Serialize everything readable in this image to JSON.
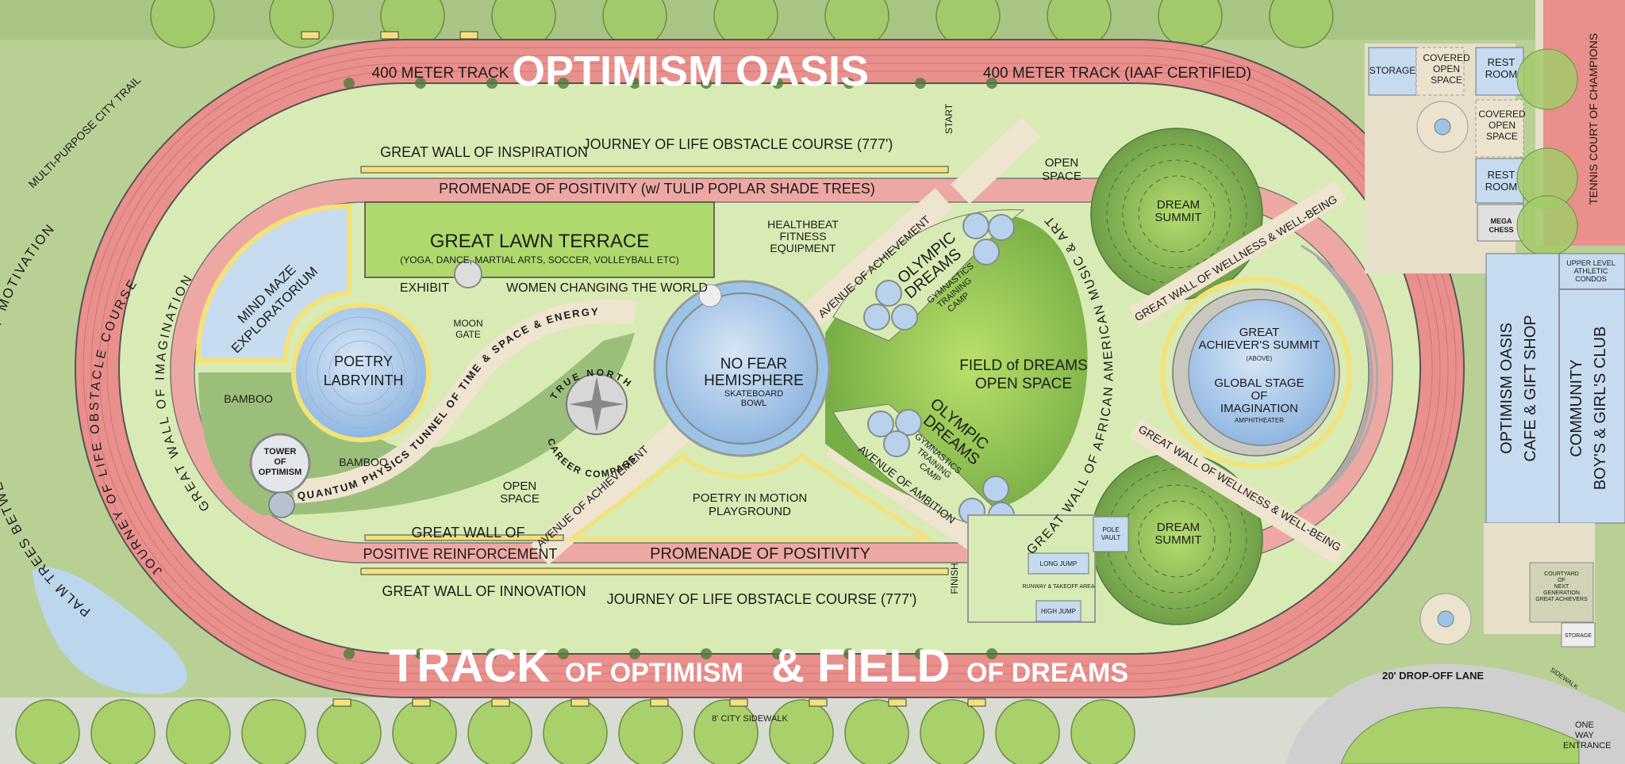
{
  "title": {
    "top": "OPTIMISM OASIS",
    "bottom_track": "TRACK",
    "bottom_of_optimism": "OF OPTIMISM",
    "bottom_amp": "&",
    "bottom_field": "FIELD",
    "bottom_of_dreams": "OF DREAMS"
  },
  "track": {
    "left_label": "400 METER TRACK",
    "right_label": "400 METER TRACK (IAAF CERTIFIED)",
    "start": "START",
    "finish": "FINISH"
  },
  "perimeter": {
    "trail": "MULTI-PURPOSE CITY TRAIL",
    "palm_walls": "PALM TREES BETWEEN GREAT WALLS OF MOTIVATION",
    "journey_arc": "JOURNEY OF LIFE OBSTACLE COURSE",
    "imagination_wall": "GREAT WALL OF IMAGINATION",
    "city_sidewalk": "8' CITY SIDEWALK",
    "african_american_wall": "GREAT WALL OF AFRICAN AMERICAN MUSIC & ART"
  },
  "north": {
    "wall_inspiration": "GREAT WALL OF INSPIRATION",
    "journey_course": "JOURNEY OF LIFE OBSTACLE COURSE (777')",
    "promenade": "PROMENADE OF POSITIVITY (w/ TULIP POPLAR SHADE TREES)"
  },
  "south": {
    "wall_of": "GREAT WALL OF",
    "positive_reinforcement": "POSITIVE REINFORCEMENT",
    "promenade": "PROMENADE OF POSITIVITY",
    "wall_innovation": "GREAT WALL OF INNOVATION",
    "journey_course": "JOURNEY OF LIFE OBSTACLE COURSE   (777')"
  },
  "zones": {
    "great_lawn_title": "GREAT LAWN TERRACE",
    "great_lawn_sub": "(YOGA, DANCE, MARTIAL ARTS, SOCCER, VOLLEYBALL ETC)",
    "exhibit": "EXHIBIT",
    "women_world": "WOMEN CHANGING THE WORLD",
    "moon_gate": [
      "MOON",
      "GATE"
    ],
    "mind_maze": [
      "MIND MAZE",
      "EXPLORATORIUM"
    ],
    "poetry_labyrinth": [
      "POETRY",
      "LABRYINTH"
    ],
    "bamboo_1": "BAMBOO",
    "bamboo_2": "BAMBOO",
    "tower": [
      "TOWER",
      "OF",
      "OPTIMISM"
    ],
    "quantum_tunnel": "QUANTUM PHYSICS TUNNEL OF TIME & SPACE & ENERGY",
    "true_north": "TRUE NORTH",
    "career_compass": "CAREER COMPASS",
    "open_space_sw": [
      "OPEN",
      "SPACE"
    ],
    "open_space_n": [
      "OPEN",
      "SPACE"
    ],
    "healthbeat": [
      "HEALTHBEAT",
      "FITNESS",
      "EQUIPMENT"
    ],
    "no_fear_1": "NO FEAR",
    "no_fear_2": "HEMISPHERE",
    "skate_1": "SKATEBOARD",
    "skate_2": "BOWL",
    "avenue_achievement": "AVENUE OF ACHIEVEMENT",
    "avenue_ambition": "AVENUE OF AMBITION",
    "olympic_title": [
      "OLYMPIC",
      "DREAMS"
    ],
    "olympic_sub": [
      "GYMNASTICS",
      "TRAINING",
      "CAMP"
    ],
    "playground": [
      "POETRY IN MOTION",
      "PLAYGROUND"
    ],
    "field_dreams": [
      "FIELD of DREAMS",
      "OPEN SPACE"
    ],
    "dream_summit": [
      "DREAM",
      "SUMMIT"
    ],
    "wellness_wall": "GREAT WALL OF WELLNESS & WELL-BEING",
    "achievers_summit": [
      "GREAT",
      "ACHIEVER'S SUMMIT"
    ],
    "above": "(ABOVE)",
    "global_stage": [
      "GLOBAL STAGE",
      "OF",
      "IMAGINATION"
    ],
    "amphitheater": "AMPHITHEATER",
    "pole_vault": [
      "POLE",
      "VAULT"
    ],
    "long_jump": "LONG JUMP",
    "runway": "RUNWAY & TAKEOFF AREA",
    "high_jump": "HIGH JUMP"
  },
  "buildings": {
    "storage": "STORAGE",
    "covered_1": [
      "COVERED",
      "OPEN",
      "SPACE"
    ],
    "rest_1": [
      "REST",
      "ROOM"
    ],
    "covered_2": [
      "COVERED",
      "OPEN",
      "SPACE"
    ],
    "rest_2": [
      "REST",
      "ROOM"
    ],
    "mega_chess": [
      "MEGA",
      "CHESS"
    ],
    "tennis": "TENNIS COURT OF CHAMPIONS",
    "condos": [
      "UPPER LEVEL",
      "ATHLETIC",
      "CONDOS"
    ],
    "cafe": [
      "OPTIMISM OASIS",
      "CAFE & GIFT SHOP"
    ],
    "club": [
      "COMMUNITY",
      "BOY'S & GIRL'S CLUB"
    ],
    "courtyard": [
      "COURTYARD",
      "OF",
      "NEXT",
      "GENERATION",
      "GREAT ACHIEVERS"
    ],
    "storage_2": "STORAGE",
    "dropoff": "20' DROP-OFF LANE",
    "sidewalk": "SIDEWALK",
    "one_way": [
      "ONE",
      "WAY",
      "ENTRANCE"
    ]
  },
  "colors": {
    "track": "#e98f8c",
    "lawn": "#d8ebb4",
    "grass_bright": "#a9d36a",
    "water": "#b8d2ee",
    "wall": "#f3e27a",
    "path": "#efe4d0",
    "building": "#c6daf0",
    "dark_green": "#6a9a4a"
  }
}
